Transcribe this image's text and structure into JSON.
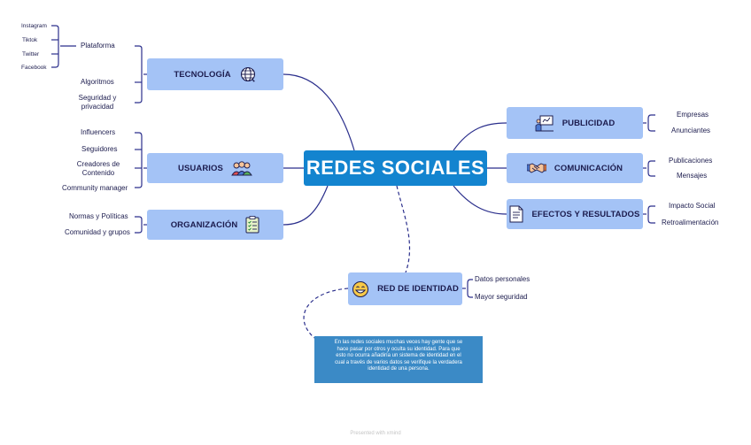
{
  "central": "REDES SOCIALES",
  "nodes": {
    "tecnologia": "TECNOLOGÍA",
    "usuarios": "USUARIOS",
    "organizacion": "ORGANIZACIÓN",
    "publicidad": "PUBLICIDAD",
    "comunicacion": "COMUNICACIÓN",
    "efectos": "EFECTOS Y RESULTADOS",
    "identidad": "RED DE IDENTIDAD"
  },
  "leaves": {
    "plataforma": "Plataforma",
    "algoritmos": "Algoritmos",
    "seguridad_1": "Seguridad y",
    "seguridad_2": "privacidad",
    "instagram": "Instagram",
    "tiktok": "Tiktok",
    "twitter": "Twitter",
    "facebook": "Facebook",
    "influencers": "Influencers",
    "seguidores": "Seguidores",
    "creadores_1": "Creadores de",
    "creadores_2": "Contenido",
    "community": "Community manager",
    "normas": "Normas y Políticas",
    "comunidad": "Comunidad y grupos",
    "empresas": "Empresas",
    "anunciantes": "Anunciantes",
    "publicaciones": "Publicaciones",
    "mensajes": "Mensajes",
    "impacto": "Impacto Social",
    "retro": "Retroalimentación",
    "datos": "Datos personales",
    "mayor": "Mayor seguridad"
  },
  "note": {
    "line1": "En las redes sociales muchas veces hay gente que se",
    "line2": "hace pasar por otros y oculta su identidad. Para que",
    "line3": "esto no ocurra añadiría un sistema de identidad en el",
    "line4": "cual a través de varios datos se verifique la verdadera",
    "line5": "identidad de una persona."
  },
  "footer": "Presented with xmind",
  "colors": {
    "central": "#1384cf",
    "node": "#a4c3f6",
    "line": "#2b2f8c",
    "note": "#3b8ac6"
  },
  "icons": [
    "globe-icon",
    "people-icon",
    "checklist-icon",
    "presentation-icon",
    "handshake-icon",
    "document-icon",
    "smiley-icon"
  ]
}
